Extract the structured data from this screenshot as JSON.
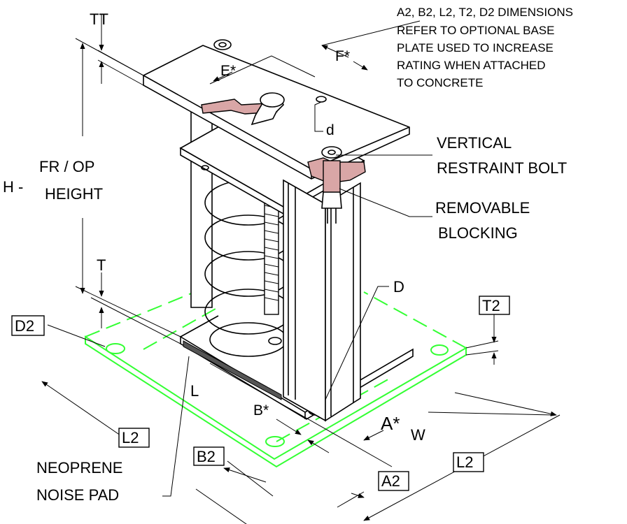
{
  "note": {
    "lines": [
      "A2, B2, L2, T2, D2 DIMENSIONS",
      "REFER TO OPTIONAL BASE",
      "PLATE USED TO INCREASE",
      "RATING WHEN ATTACHED",
      "TO CONCRETE"
    ]
  },
  "labels": {
    "tt": "TT",
    "h_prefix": "H -",
    "fr_op": "FR / OP",
    "height": "HEIGHT",
    "t": "T",
    "e": "E*",
    "f": "F*",
    "d_small": "d",
    "vertical_restraint_1": "VERTICAL",
    "vertical_restraint_2": "RESTRAINT BOLT",
    "removable_1": "REMOVABLE",
    "removable_2": "BLOCKING",
    "d_big": "D",
    "t2": "T2",
    "d2": "D2",
    "l": "L",
    "b": "B*",
    "a": "A*",
    "w": "W",
    "l2_left": "L2",
    "b2": "B2",
    "neoprene_1": "NEOPRENE",
    "neoprene_2": "NOISE PAD",
    "a2": "A2",
    "l2_right": "L2"
  },
  "colors": {
    "base_plate_outline": "#33ff33",
    "section_hatch": "#d9a6a6"
  }
}
